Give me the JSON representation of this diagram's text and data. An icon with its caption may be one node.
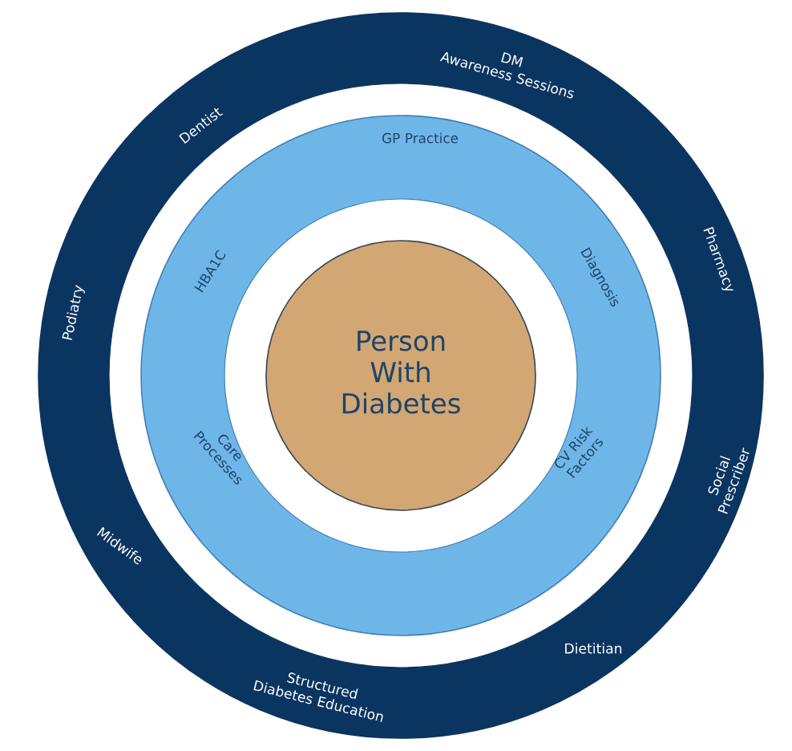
{
  "diagram": {
    "nodes": [
      {
        "text": [
          "DM Awareness Sessions",
          "Dentist",
          "Pharmacy",
          "Podiatry",
          "Social Prescriber",
          "Midwife",
          "Dietitian",
          "Structured Diabetes Education"
        ]
      },
      {
        "text": [
          "GP Practice",
          "HBA1C",
          "Diagnosis",
          "Care Processes",
          "CV Risk Factors"
        ],
        "in": 0
      },
      {
        "text": [
          "Person With Diabetes"
        ],
        "in": 1
      }
    ]
  }
}
